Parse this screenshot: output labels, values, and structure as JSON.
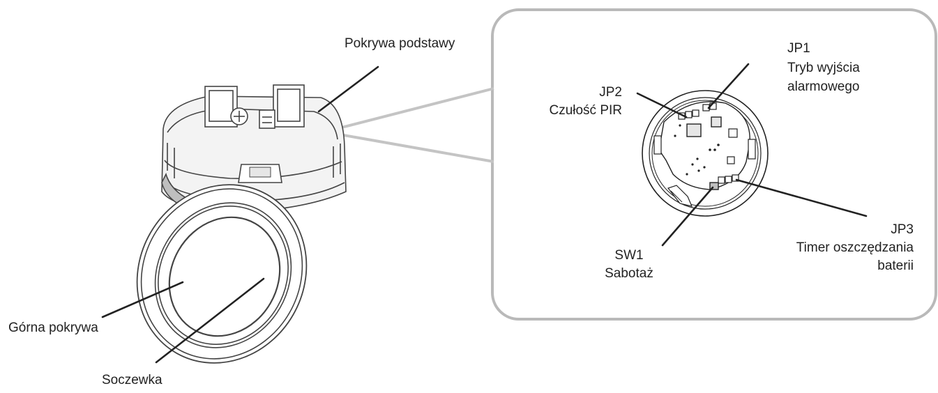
{
  "labels": {
    "base_cover": "Pokrywa podstawy",
    "top_cover": "Górna pokrywa",
    "lens": "Soczewka",
    "jp1_title": "JP1",
    "jp1_desc_line1": "Tryb wyjścia",
    "jp1_desc_line2": "alarmowego",
    "jp2_title": "JP2",
    "jp2_desc": "Czułość PIR",
    "jp3_title": "JP3",
    "jp3_desc_line1": "Timer oszczędzania",
    "jp3_desc_line2": "baterii",
    "sw1_title": "SW1",
    "sw1_desc": "Sabotaż"
  },
  "colors": {
    "line": "#222222",
    "outline": "#444444",
    "panel_border": "#b9b9b9",
    "connector": "#c4c4c4",
    "shade": "#e6e6e6",
    "dark_shade": "#bfbfbf"
  }
}
